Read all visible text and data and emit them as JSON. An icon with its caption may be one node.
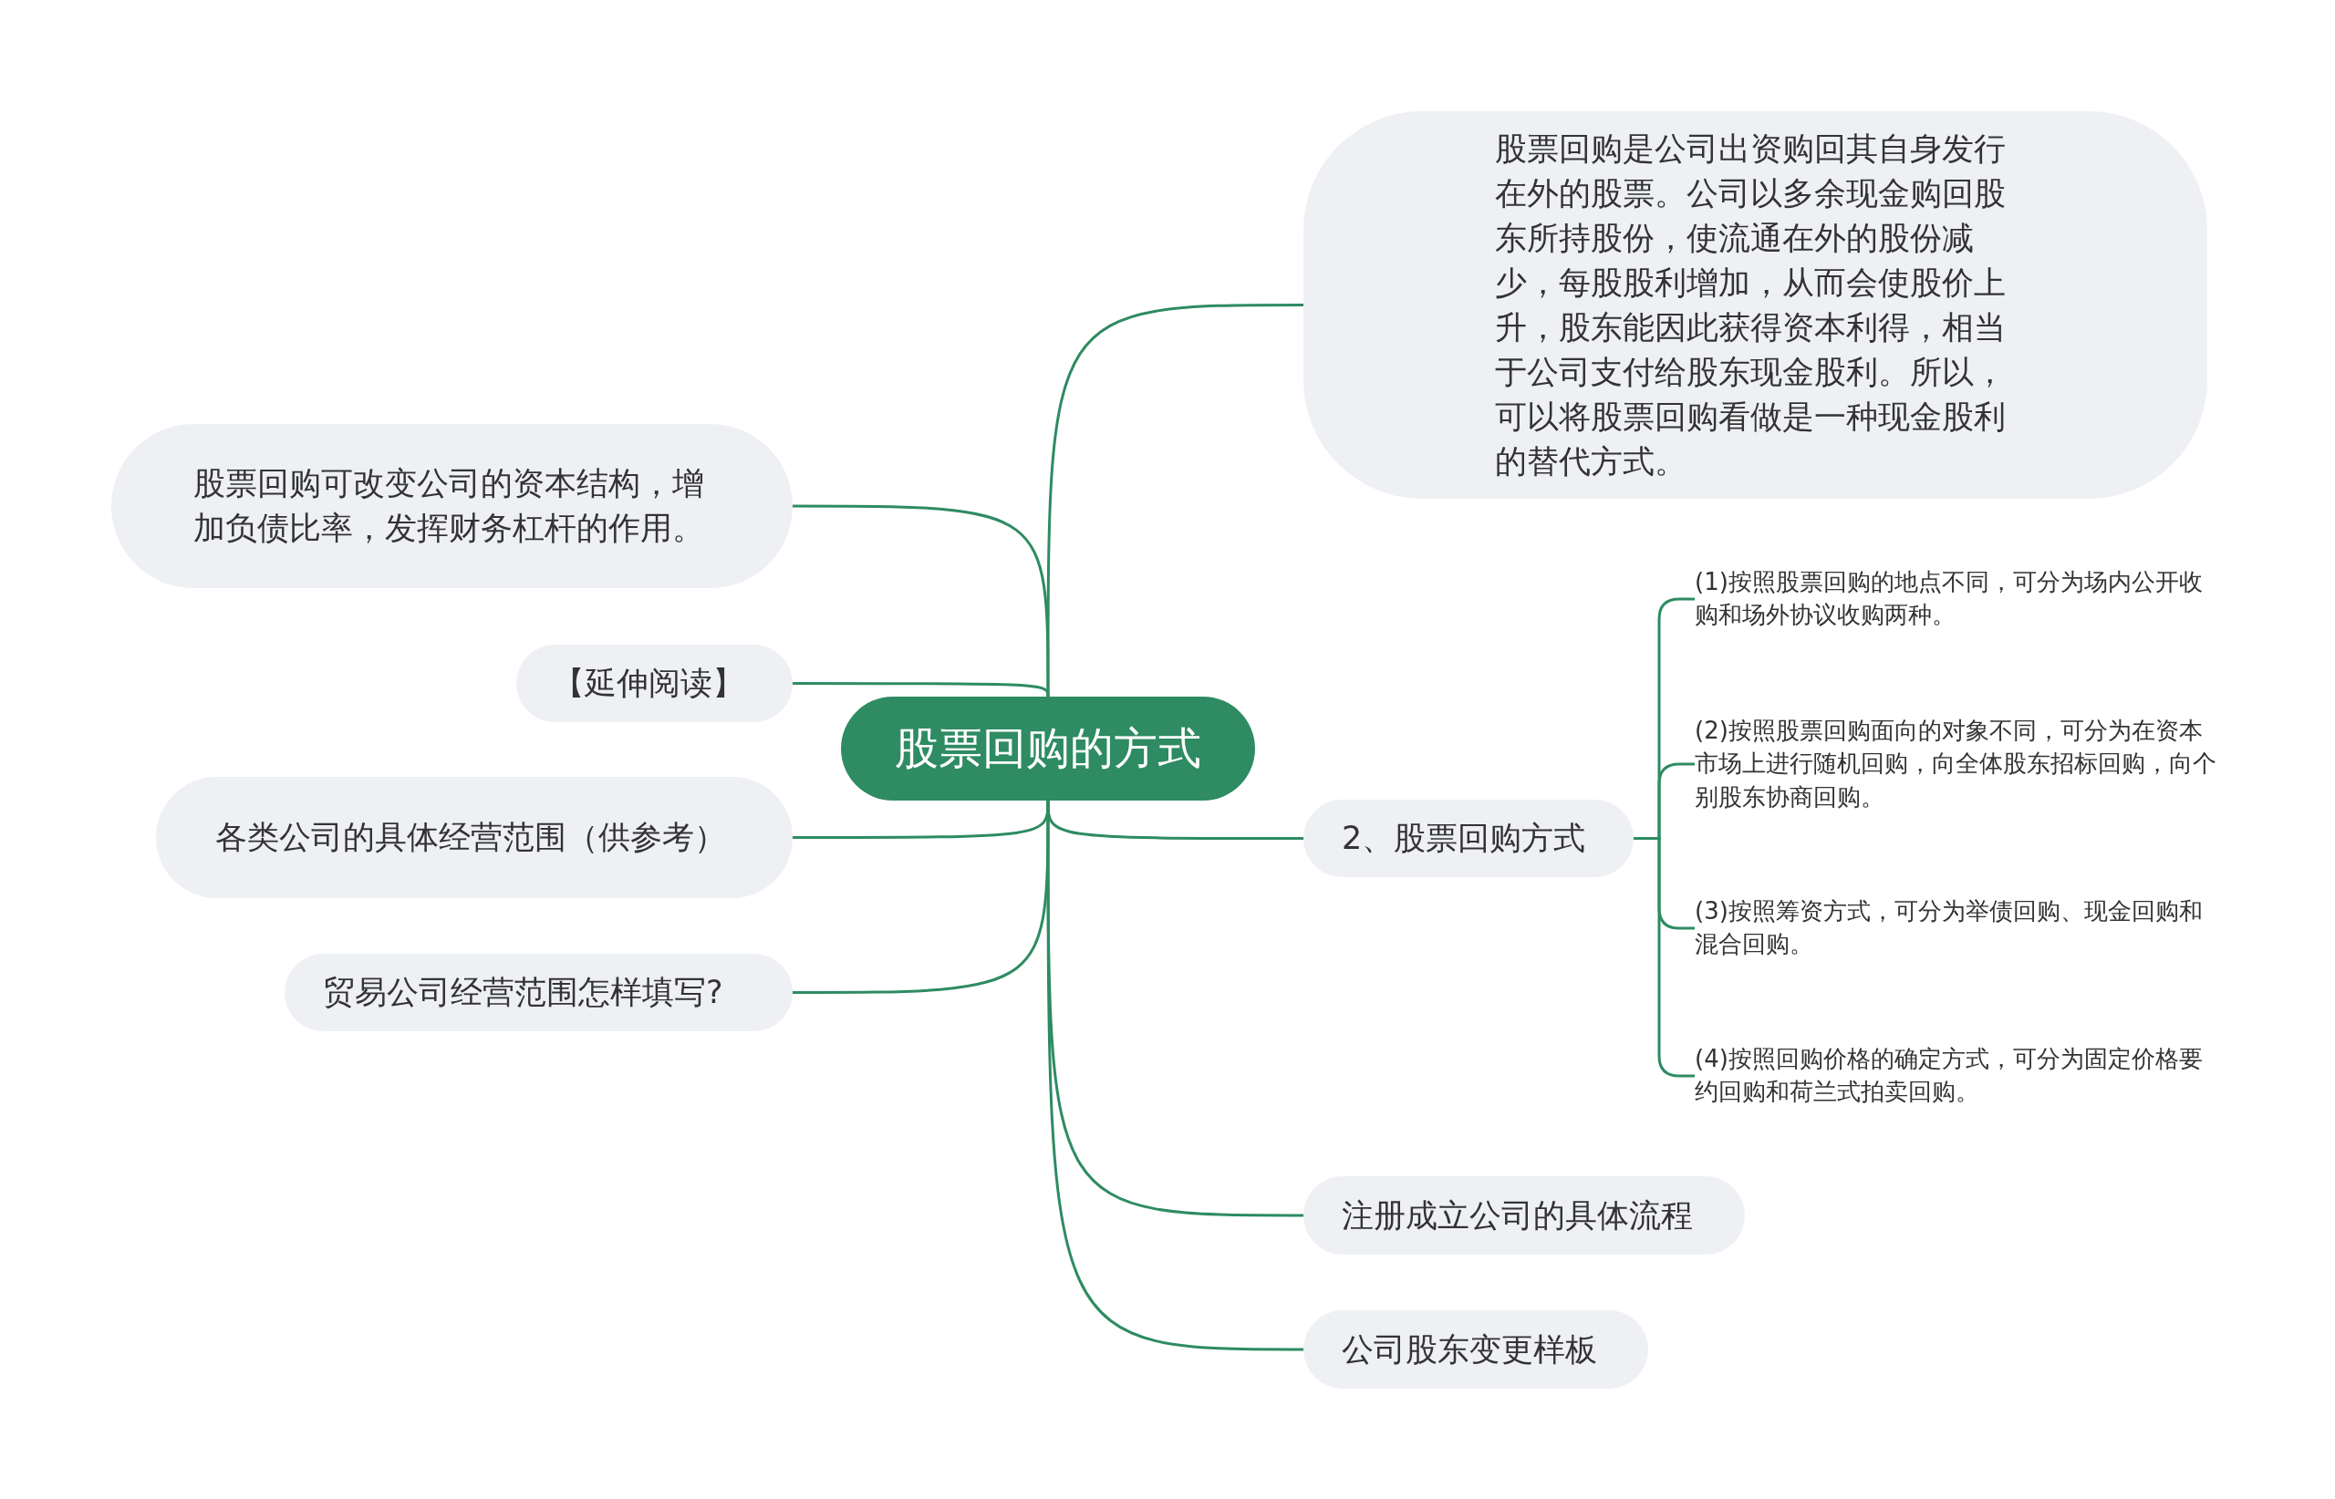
{
  "diagram": {
    "nodes": [
      {
        "text": [
          "股票回购的方式"
        ]
      },
      {
        "text": [
          "股票回购是公司出资购回其自身发行在外的股票。公司以多余现金购回股东所持股份，使流通在外的股份减少，每股股利增加，从而会使股价上升，股东能因此获得资本利得，相当于公司支付给股东现金股利。所以，可以将股票回购看做是一种现金股利的替代方式。"
        ]
      },
      {
        "text": [
          "股票回购可改变公司的资本结构，增加负债比率，发挥财务杠杆的作用。"
        ]
      },
      {
        "text": [
          "【延伸阅读】"
        ]
      },
      {
        "text": [
          "各类公司的具体经营范围（供参考）"
        ]
      },
      {
        "text": [
          "贸易公司经营范围怎样填写?"
        ]
      },
      {
        "text": [
          "2、股票回购方式"
        ]
      },
      {
        "text": [
          "(1)按照股票回购的地点不同，可分为场内公开收购和场外协议收购两种。"
        ]
      },
      {
        "text": [
          "(2)按照股票回购面向的对象不同，可分为在资本市场上进行随机回购，向全体股东招标回购，向个别股东协商回购。"
        ]
      },
      {
        "text": [
          "(3)按照筹资方式，可分为举债回购、现金回购和混合回购。"
        ]
      },
      {
        "text": [
          "(4)按照回购价格的确定方式，可分为固定价格要约回购和荷兰式拍卖回购。"
        ]
      },
      {
        "text": [
          "注册成立公司的具体流程"
        ]
      },
      {
        "text": [
          "公司股东变更样板"
        ]
      }
    ],
    "edges": [
      {
        "from": 0,
        "to": 1,
        "arrow": "none"
      },
      {
        "from": 0,
        "to": 2,
        "arrow": "none"
      },
      {
        "from": 0,
        "to": 3,
        "arrow": "none"
      },
      {
        "from": 0,
        "to": 4,
        "arrow": "none"
      },
      {
        "from": 0,
        "to": 5,
        "arrow": "none"
      },
      {
        "from": 0,
        "to": 6,
        "arrow": "none"
      },
      {
        "from": 6,
        "to": 7,
        "arrow": "none"
      },
      {
        "from": 6,
        "to": 8,
        "arrow": "none"
      },
      {
        "from": 6,
        "to": 9,
        "arrow": "none"
      },
      {
        "from": 6,
        "to": 10,
        "arrow": "none"
      },
      {
        "from": 0,
        "to": 11,
        "arrow": "none"
      },
      {
        "from": 0,
        "to": 12,
        "arrow": "none"
      }
    ]
  }
}
